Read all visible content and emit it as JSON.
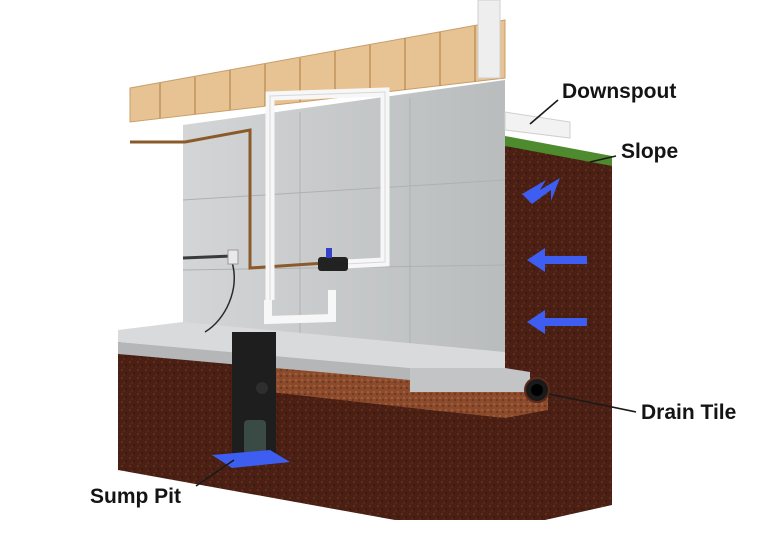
{
  "diagram": {
    "labels": {
      "downspout": "Downspout",
      "slope": "Slope",
      "drain_tile": "Drain Tile",
      "sump_pit": "Sump Pit"
    },
    "colors": {
      "soil": "#4a1f14",
      "concrete": "#c9cbcc",
      "lumber": "#e7c394",
      "arrow": "#3d5ef0",
      "grass": "#4e8a2e",
      "pipe": "#f5f5f5"
    },
    "water_flow_arrows": 3
  }
}
